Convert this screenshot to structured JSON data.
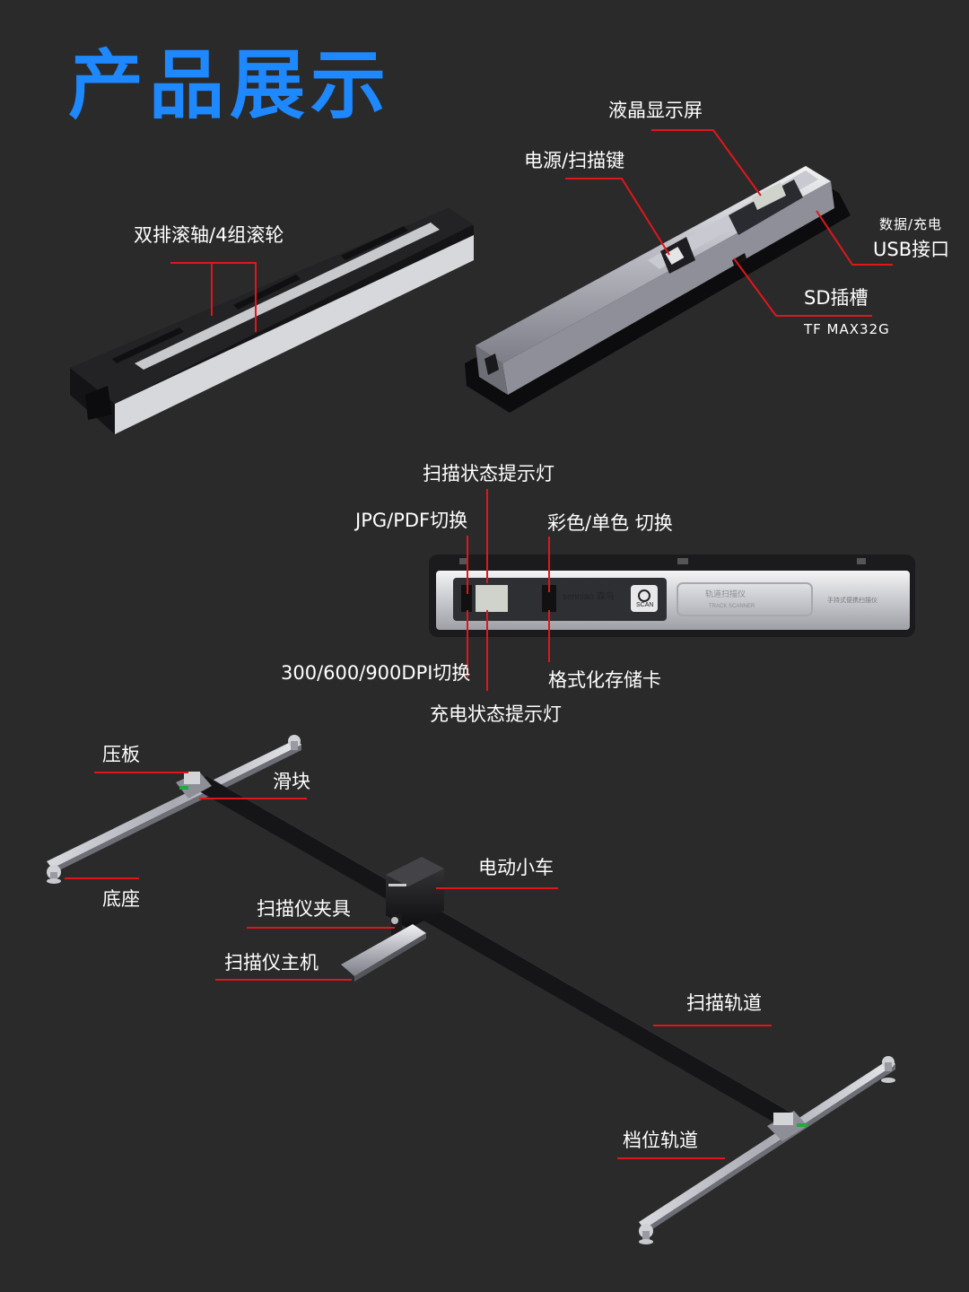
{
  "page_title": "产品展示",
  "colors": {
    "title": "#1e88ff",
    "leader": "#e0161b",
    "background": "#2a2a2b"
  },
  "labels": {
    "rollers": "双排滚轴/4组滚轮",
    "lcd": "液晶显示屏",
    "power_scan_key": "电源/扫描键",
    "usb_line1": "数据/充电",
    "usb_line2": "USB接口",
    "sd_slot": "SD插槽",
    "tf_max": "TF MAX32G",
    "scan_status_light": "扫描状态提示灯",
    "jpg_pdf": "JPG/PDF切换",
    "color_mono": "彩色/单色 切换",
    "dpi": "300/600/900DPI切换",
    "format_card": "格式化存储卡",
    "charge_light": "充电状态提示灯",
    "press_plate": "压板",
    "slider": "滑块",
    "base": "底座",
    "electric_cart": "电动小车",
    "scanner_clamp": "扫描仪夹具",
    "scanner_host": "扫描仪主机",
    "scan_track": "扫描轨道",
    "gear_track": "档位轨道"
  },
  "device": {
    "brand": "senniao 森鸟",
    "scan_button": "SCAN",
    "panel_title": "轨道扫描仪",
    "panel_subtitle": "TRACK SCANNER",
    "panel_caption": "手持式便携扫描仪"
  }
}
